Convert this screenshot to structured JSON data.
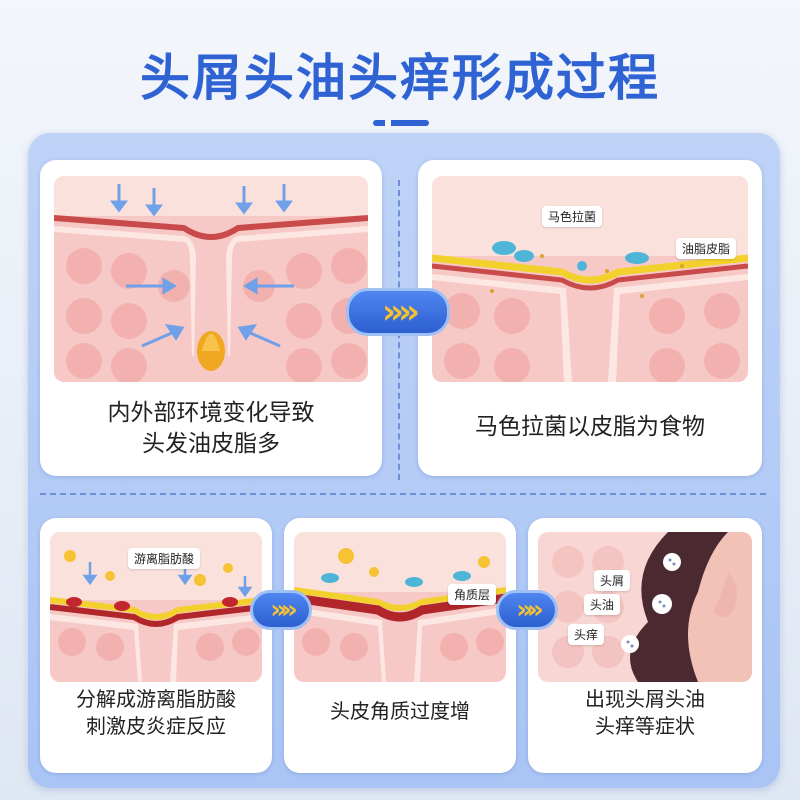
{
  "title": "头屑头油头痒形成过程",
  "steps": [
    {
      "caption_line1": "内外部环境变化导致",
      "caption_line2": "头发油皮脂多"
    },
    {
      "caption_line1": "马色拉菌以皮脂为食物",
      "caption_line2": "",
      "labels": {
        "fungus": "马色拉菌",
        "sebum": "油脂皮脂"
      }
    },
    {
      "caption_line1": "分解成游离脂肪酸",
      "caption_line2": "刺激皮炎症反应",
      "labels": {
        "acid": "游离脂肪酸"
      }
    },
    {
      "caption_line1": "头皮角质过度增",
      "caption_line2": "",
      "labels": {
        "keratin": "角质层"
      }
    },
    {
      "caption_line1": "出现头屑头油",
      "caption_line2": "头痒等症状",
      "labels": {
        "dandruff": "头屑",
        "oil": "头油",
        "itch": "头痒"
      }
    }
  ],
  "arrow_glyph": "»",
  "colors": {
    "title": "#2f63d3",
    "panel": "#a9c4f5",
    "arrow": "#f5c232",
    "skin": "#f4b8b8"
  }
}
